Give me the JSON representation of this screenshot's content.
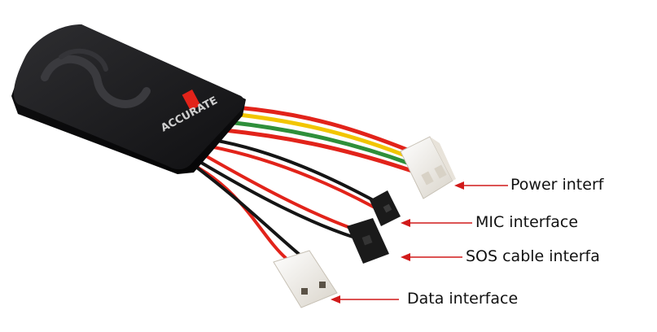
{
  "device": {
    "brand_logo": "ACCURATE",
    "body_color": "#1c1c1e",
    "wire_colors": {
      "red": "#e2231a",
      "yellow": "#f2c500",
      "green": "#2f8f3a",
      "black": "#151515"
    },
    "connector_colors": {
      "white": "#f3f0ea",
      "black": "#1a1a1a"
    }
  },
  "callouts": {
    "arrow_color": "#d11a1a",
    "power": "Power interf",
    "mic": "MIC interface",
    "sos": "SOS cable interfa",
    "data": "Data interface"
  }
}
